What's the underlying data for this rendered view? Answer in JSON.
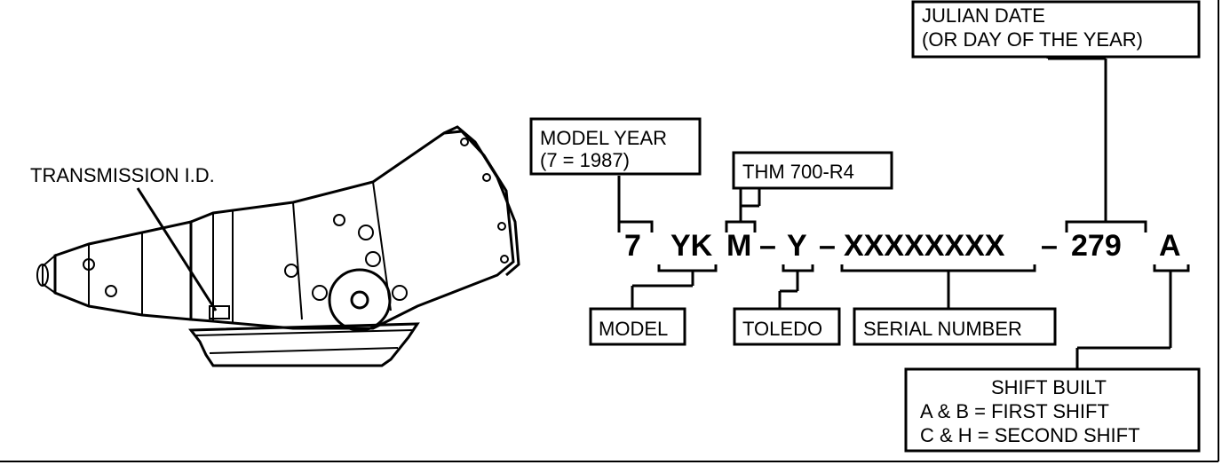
{
  "transmission_label": "TRANSMISSION I.D.",
  "code": {
    "year_digit": "7",
    "model_code": "YK",
    "plant_letter": "M",
    "dash1": "–",
    "model_letter": "Y",
    "dash2": "–",
    "serial": "XXXXXXXX",
    "dash3": "–",
    "julian": "279",
    "shift_letter": "A"
  },
  "labels": {
    "julian_line1": "JULIAN DATE",
    "julian_line2": "(OR DAY OF THE YEAR)",
    "model_year_line1": "MODEL YEAR",
    "model_year_line2": "(7 = 1987)",
    "thm": "THM 700-R4",
    "model": "MODEL",
    "toledo": "TOLEDO",
    "serial_number": "SERIAL NUMBER",
    "shift_title": "SHIFT BUILT",
    "shift_line1": "A & B = FIRST SHIFT",
    "shift_line2": "C & H = SECOND SHIFT"
  }
}
